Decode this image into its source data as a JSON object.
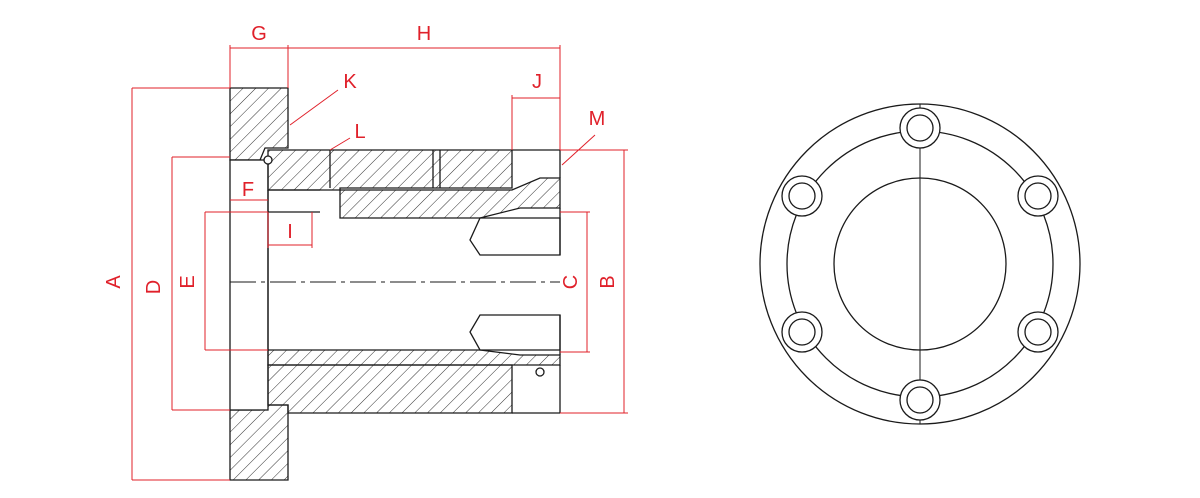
{
  "labels": {
    "A": "A",
    "B": "B",
    "C": "C",
    "D": "D",
    "E": "E",
    "F": "F",
    "G": "G",
    "H": "H",
    "I": "I",
    "J": "J",
    "K": "K",
    "L": "L",
    "M": "M"
  },
  "colors": {
    "outline": "#1a1a1a",
    "dimension": "#e0202a",
    "hatch": "#333333"
  },
  "end_view": {
    "bolt_hole_count": 6
  }
}
